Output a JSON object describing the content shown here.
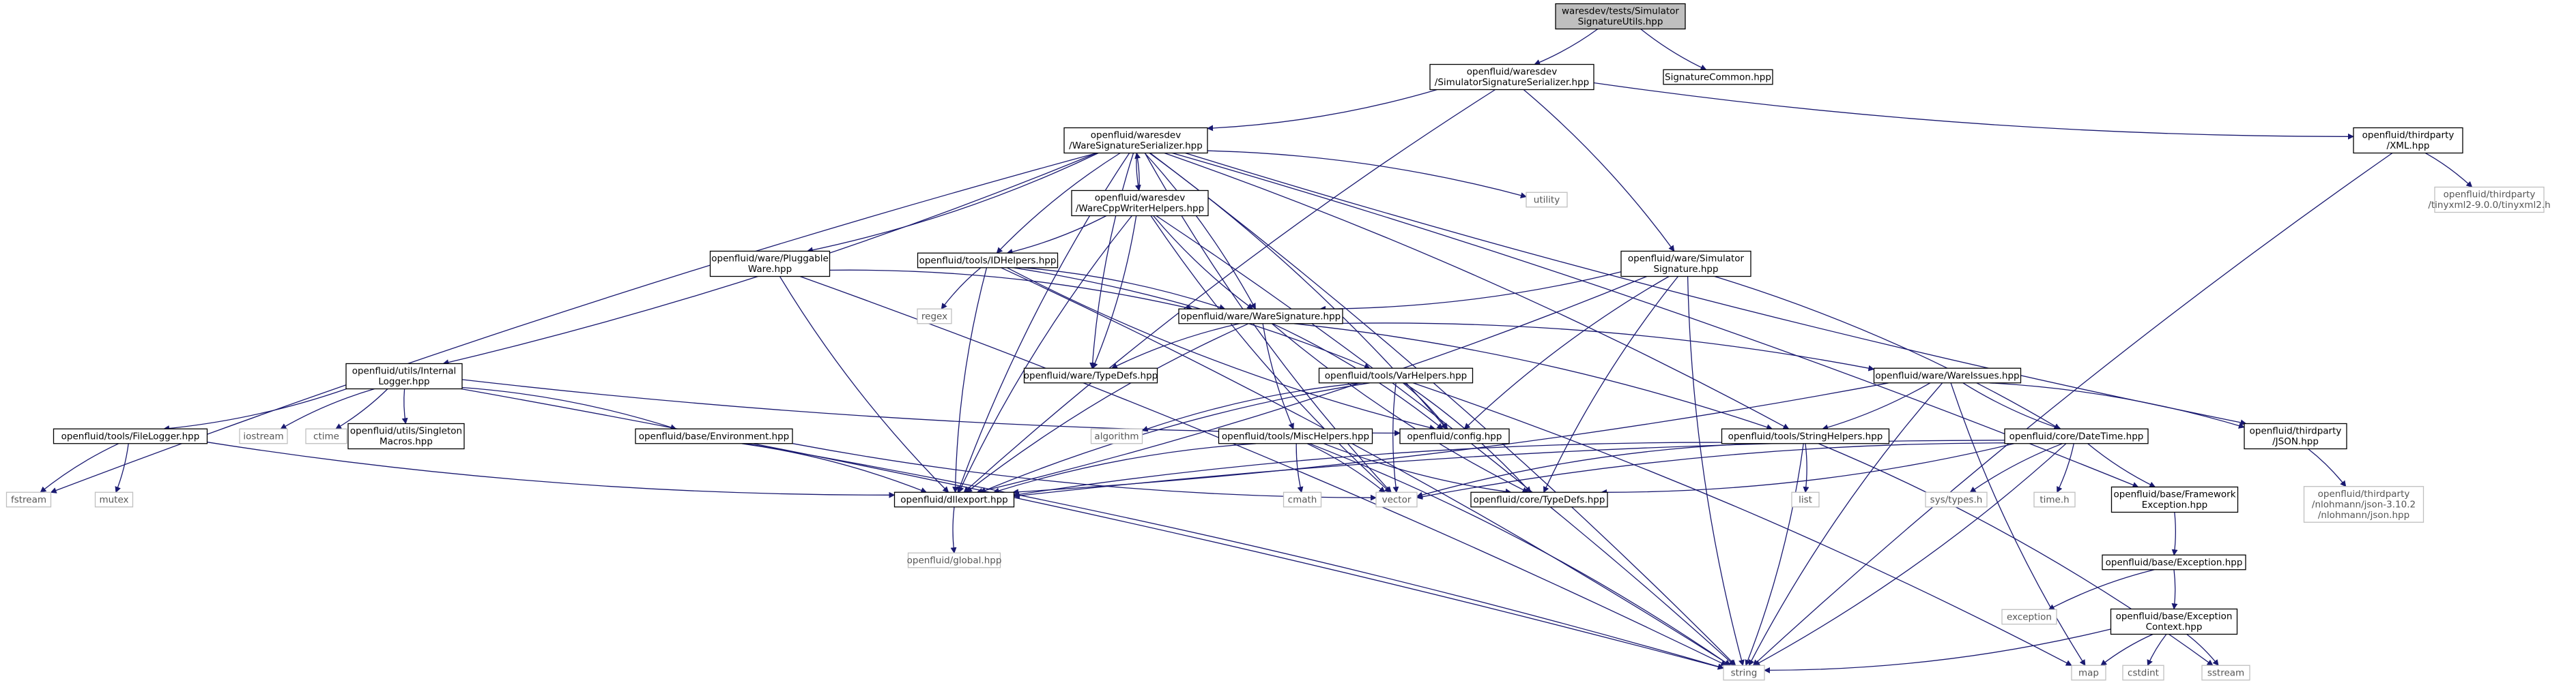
{
  "diagram": {
    "type": "include-dependency-graph",
    "colors": {
      "edge": "#191970",
      "root_fill": "#bfbfbf",
      "node_border": "#000000",
      "node_text": "#000000",
      "system_border": "#bfbfbf",
      "system_text": "#555555"
    },
    "nodes": [
      {
        "id": "root",
        "lines": [
          "waresdev/tests/Simulator",
          "SignatureUtils.hpp"
        ],
        "kind": "root"
      },
      {
        "id": "simsigser",
        "lines": [
          "openfluid/waresdev",
          "/SimulatorSignatureSerializer.hpp"
        ],
        "kind": "project"
      },
      {
        "id": "sigcommon",
        "lines": [
          "SignatureCommon.hpp"
        ],
        "kind": "project"
      },
      {
        "id": "waresigser",
        "lines": [
          "openfluid/waresdev",
          "/WareSignatureSerializer.hpp"
        ],
        "kind": "project"
      },
      {
        "id": "xml",
        "lines": [
          "openfluid/thirdparty",
          "/XML.hpp"
        ],
        "kind": "project"
      },
      {
        "id": "tinyxml",
        "lines": [
          "openfluid/thirdparty",
          "/tinyxml2-9.0.0/tinyxml2.h"
        ],
        "kind": "system"
      },
      {
        "id": "utility",
        "lines": [
          "utility"
        ],
        "kind": "system"
      },
      {
        "id": "warecpp",
        "lines": [
          "openfluid/waresdev",
          "/WareCppWriterHelpers.hpp"
        ],
        "kind": "project"
      },
      {
        "id": "waresimsig",
        "lines": [
          "openfluid/ware/Simulator",
          "Signature.hpp"
        ],
        "kind": "project"
      },
      {
        "id": "pluggable",
        "lines": [
          "openfluid/ware/Pluggable",
          "Ware.hpp"
        ],
        "kind": "project"
      },
      {
        "id": "idhelpers",
        "lines": [
          "openfluid/tools/IDHelpers.hpp"
        ],
        "kind": "project"
      },
      {
        "id": "regex",
        "lines": [
          "regex"
        ],
        "kind": "system"
      },
      {
        "id": "waresig",
        "lines": [
          "openfluid/ware/WareSignature.hpp"
        ],
        "kind": "project"
      },
      {
        "id": "typedefs",
        "lines": [
          "openfluid/ware/TypeDefs.hpp"
        ],
        "kind": "project"
      },
      {
        "id": "logger",
        "lines": [
          "openfluid/utils/Internal",
          "Logger.hpp"
        ],
        "kind": "project"
      },
      {
        "id": "varhelpers",
        "lines": [
          "openfluid/tools/VarHelpers.hpp"
        ],
        "kind": "project"
      },
      {
        "id": "wareissues",
        "lines": [
          "openfluid/ware/WareIssues.hpp"
        ],
        "kind": "project"
      },
      {
        "id": "filelogger",
        "lines": [
          "openfluid/tools/FileLogger.hpp"
        ],
        "kind": "project"
      },
      {
        "id": "iostream",
        "lines": [
          "iostream"
        ],
        "kind": "system"
      },
      {
        "id": "ctime",
        "lines": [
          "ctime"
        ],
        "kind": "system"
      },
      {
        "id": "singleton",
        "lines": [
          "openfluid/utils/Singleton",
          "Macros.hpp"
        ],
        "kind": "project"
      },
      {
        "id": "environment",
        "lines": [
          "openfluid/base/Environment.hpp"
        ],
        "kind": "project"
      },
      {
        "id": "algorithm",
        "lines": [
          "algorithm"
        ],
        "kind": "system"
      },
      {
        "id": "mischelpers",
        "lines": [
          "openfluid/tools/MiscHelpers.hpp"
        ],
        "kind": "project"
      },
      {
        "id": "config",
        "lines": [
          "openfluid/config.hpp"
        ],
        "kind": "project"
      },
      {
        "id": "stringhelpers",
        "lines": [
          "openfluid/tools/StringHelpers.hpp"
        ],
        "kind": "project"
      },
      {
        "id": "datetime",
        "lines": [
          "openfluid/core/DateTime.hpp"
        ],
        "kind": "project"
      },
      {
        "id": "json",
        "lines": [
          "openfluid/thirdparty",
          "/JSON.hpp"
        ],
        "kind": "project"
      },
      {
        "id": "nlohmann",
        "lines": [
          "openfluid/thirdparty",
          "/nlohmann/json-3.10.2",
          "/nlohmann/json.hpp"
        ],
        "kind": "system"
      },
      {
        "id": "fstream",
        "lines": [
          "fstream"
        ],
        "kind": "system"
      },
      {
        "id": "mutex",
        "lines": [
          "mutex"
        ],
        "kind": "system"
      },
      {
        "id": "dllexport",
        "lines": [
          "openfluid/dllexport.hpp"
        ],
        "kind": "project"
      },
      {
        "id": "cmath",
        "lines": [
          "cmath"
        ],
        "kind": "system"
      },
      {
        "id": "vector",
        "lines": [
          "vector"
        ],
        "kind": "system"
      },
      {
        "id": "coretypedefs",
        "lines": [
          "openfluid/core/TypeDefs.hpp"
        ],
        "kind": "project"
      },
      {
        "id": "list",
        "lines": [
          "list"
        ],
        "kind": "system"
      },
      {
        "id": "systypes",
        "lines": [
          "sys/types.h"
        ],
        "kind": "system"
      },
      {
        "id": "timeh",
        "lines": [
          "time.h"
        ],
        "kind": "system"
      },
      {
        "id": "fwexception",
        "lines": [
          "openfluid/base/Framework",
          "Exception.hpp"
        ],
        "kind": "project"
      },
      {
        "id": "global",
        "lines": [
          "openfluid/global.hpp"
        ],
        "kind": "system"
      },
      {
        "id": "exceptionhpp",
        "lines": [
          "openfluid/base/Exception.hpp"
        ],
        "kind": "project"
      },
      {
        "id": "exception",
        "lines": [
          "exception"
        ],
        "kind": "system"
      },
      {
        "id": "exccontext",
        "lines": [
          "openfluid/base/Exception",
          "Context.hpp"
        ],
        "kind": "project"
      },
      {
        "id": "string",
        "lines": [
          "string"
        ],
        "kind": "system"
      },
      {
        "id": "map",
        "lines": [
          "map"
        ],
        "kind": "system"
      },
      {
        "id": "cstdint",
        "lines": [
          "cstdint"
        ],
        "kind": "system"
      },
      {
        "id": "sstream",
        "lines": [
          "sstream"
        ],
        "kind": "system"
      }
    ],
    "edges": [
      [
        "root",
        "simsigser"
      ],
      [
        "root",
        "sigcommon"
      ],
      [
        "simsigser",
        "waresigser"
      ],
      [
        "simsigser",
        "xml"
      ],
      [
        "simsigser",
        "waresimsig"
      ],
      [
        "simsigser",
        "dllexport"
      ],
      [
        "xml",
        "tinyxml"
      ],
      [
        "xml",
        "string"
      ],
      [
        "waresigser",
        "utility"
      ],
      [
        "waresigser",
        "warecpp"
      ],
      [
        "waresigser",
        "pluggable"
      ],
      [
        "waresigser",
        "idhelpers"
      ],
      [
        "waresigser",
        "waresig"
      ],
      [
        "waresigser",
        "typedefs"
      ],
      [
        "waresigser",
        "logger"
      ],
      [
        "waresigser",
        "fstream"
      ],
      [
        "waresigser",
        "string"
      ],
      [
        "waresigser",
        "dllexport"
      ],
      [
        "waresigser",
        "config"
      ],
      [
        "waresigser",
        "vector"
      ],
      [
        "waresigser",
        "stringhelpers"
      ],
      [
        "waresigser",
        "json"
      ],
      [
        "waresigser",
        "fwexception"
      ],
      [
        "warecpp",
        "waresigser"
      ],
      [
        "warecpp",
        "idhelpers"
      ],
      [
        "warecpp",
        "waresig"
      ],
      [
        "warecpp",
        "typedefs"
      ],
      [
        "warecpp",
        "dllexport"
      ],
      [
        "warecpp",
        "string"
      ],
      [
        "warecpp",
        "vector"
      ],
      [
        "waresimsig",
        "waresig"
      ],
      [
        "waresimsig",
        "config"
      ],
      [
        "waresimsig",
        "datetime"
      ],
      [
        "waresimsig",
        "coretypedefs"
      ],
      [
        "waresimsig",
        "dllexport"
      ],
      [
        "waresimsig",
        "string"
      ],
      [
        "pluggable",
        "waresig"
      ],
      [
        "pluggable",
        "dllexport"
      ],
      [
        "pluggable",
        "string"
      ],
      [
        "idhelpers",
        "regex"
      ],
      [
        "idhelpers",
        "waresig"
      ],
      [
        "idhelpers",
        "dllexport"
      ],
      [
        "idhelpers",
        "varhelpers"
      ],
      [
        "idhelpers",
        "config"
      ],
      [
        "idhelpers",
        "string"
      ],
      [
        "waresig",
        "typedefs"
      ],
      [
        "waresig",
        "wareissues"
      ],
      [
        "waresig",
        "mischelpers"
      ],
      [
        "waresig",
        "stringhelpers"
      ],
      [
        "waresig",
        "dllexport"
      ],
      [
        "waresig",
        "config"
      ],
      [
        "waresig",
        "coretypedefs"
      ],
      [
        "logger",
        "filelogger"
      ],
      [
        "logger",
        "iostream"
      ],
      [
        "logger",
        "ctime"
      ],
      [
        "logger",
        "singleton"
      ],
      [
        "logger",
        "environment"
      ],
      [
        "logger",
        "config"
      ],
      [
        "logger",
        "string"
      ],
      [
        "filelogger",
        "fstream"
      ],
      [
        "filelogger",
        "mutex"
      ],
      [
        "filelogger",
        "dllexport"
      ],
      [
        "environment",
        "dllexport"
      ],
      [
        "environment",
        "vector"
      ],
      [
        "environment",
        "string"
      ],
      [
        "varhelpers",
        "algorithm"
      ],
      [
        "varhelpers",
        "config"
      ],
      [
        "varhelpers",
        "dllexport"
      ],
      [
        "varhelpers",
        "coretypedefs"
      ],
      [
        "varhelpers",
        "vector"
      ],
      [
        "varhelpers",
        "map"
      ],
      [
        "mischelpers",
        "cmath"
      ],
      [
        "mischelpers",
        "vector"
      ],
      [
        "mischelpers",
        "dllexport"
      ],
      [
        "mischelpers",
        "string"
      ],
      [
        "mischelpers",
        "coretypedefs"
      ],
      [
        "wareissues",
        "stringhelpers"
      ],
      [
        "wareissues",
        "datetime"
      ],
      [
        "wareissues",
        "json"
      ],
      [
        "wareissues",
        "string"
      ],
      [
        "wareissues",
        "dllexport"
      ],
      [
        "wareissues",
        "map"
      ],
      [
        "stringhelpers",
        "list"
      ],
      [
        "stringhelpers",
        "vector"
      ],
      [
        "stringhelpers",
        "string"
      ],
      [
        "stringhelpers",
        "dllexport"
      ],
      [
        "stringhelpers",
        "sstream"
      ],
      [
        "datetime",
        "systypes"
      ],
      [
        "datetime",
        "timeh"
      ],
      [
        "datetime",
        "fwexception"
      ],
      [
        "datetime",
        "coretypedefs"
      ],
      [
        "datetime",
        "dllexport"
      ],
      [
        "datetime",
        "string"
      ],
      [
        "datetime",
        "vector"
      ],
      [
        "json",
        "nlohmann"
      ],
      [
        "dllexport",
        "global"
      ],
      [
        "fwexception",
        "exceptionhpp"
      ],
      [
        "exceptionhpp",
        "exception"
      ],
      [
        "exceptionhpp",
        "exccontext"
      ],
      [
        "exccontext",
        "map"
      ],
      [
        "exccontext",
        "string"
      ],
      [
        "exccontext",
        "cstdint"
      ],
      [
        "exccontext",
        "sstream"
      ]
    ]
  }
}
